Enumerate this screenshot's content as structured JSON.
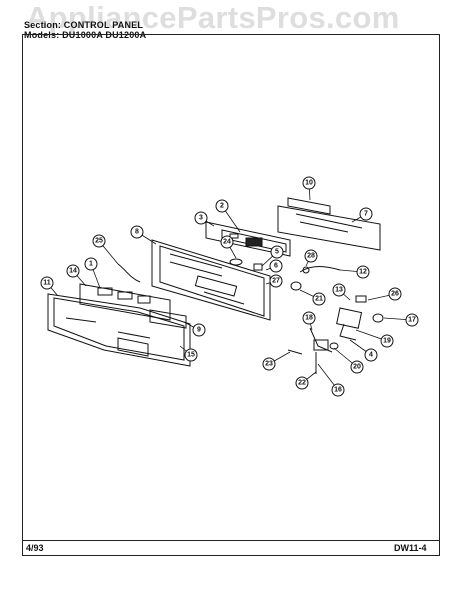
{
  "watermark": "AppliancePartsPros.com",
  "header": {
    "section_line": "Section: CONTROL PANEL",
    "models_line": "Models: DU1000A  DU1200A"
  },
  "footer": {
    "date": "4/93",
    "page_code": "DW11-4"
  },
  "callouts": [
    "1",
    "2",
    "3",
    "4",
    "5",
    "6",
    "7",
    "8",
    "9",
    "10",
    "11",
    "12",
    "13",
    "14",
    "15",
    "16",
    "17",
    "18",
    "19",
    "20",
    "21",
    "22",
    "23",
    "24",
    "25",
    "26",
    "27",
    "28"
  ]
}
